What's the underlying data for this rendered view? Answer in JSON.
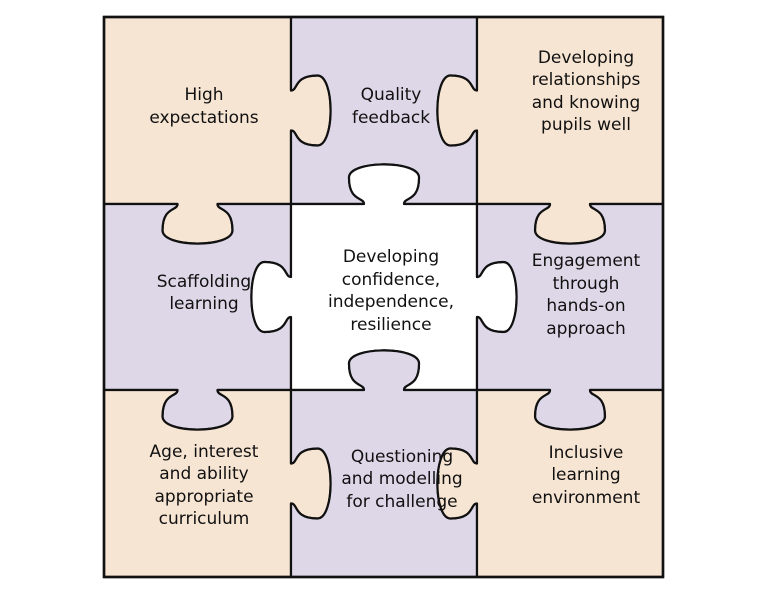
{
  "colors": {
    "peach": "#f7e5d3",
    "lavender": "#ddd7e8",
    "white": "#ffffff",
    "outline": "#111111"
  },
  "pieces": [
    {
      "name": "piece-high-expectations",
      "label": "High\nexpectations",
      "color": "peach"
    },
    {
      "name": "piece-quality-feedback",
      "label": "Quality\nfeedback",
      "color": "lavender"
    },
    {
      "name": "piece-developing-relationships",
      "label": "Developing\nrelationships\nand knowing\npupils well",
      "color": "peach"
    },
    {
      "name": "piece-scaffolding-learning",
      "label": "Scaffolding\nlearning",
      "color": "lavender"
    },
    {
      "name": "piece-confidence-resilience",
      "label": "Developing\nconfidence,\nindependence,\nresilience",
      "color": "white"
    },
    {
      "name": "piece-engagement",
      "label": "Engagement\nthrough\nhands-on\napproach",
      "color": "lavender"
    },
    {
      "name": "piece-appropriate-curriculum",
      "label": "Age, interest\nand ability\nappropriate\ncurriculum",
      "color": "peach"
    },
    {
      "name": "piece-questioning-modelling",
      "label": "Questioning\nand modelling\nfor challenge",
      "color": "lavender"
    },
    {
      "name": "piece-inclusive-environment",
      "label": "Inclusive\nlearning\nenvironment",
      "color": "peach"
    }
  ]
}
